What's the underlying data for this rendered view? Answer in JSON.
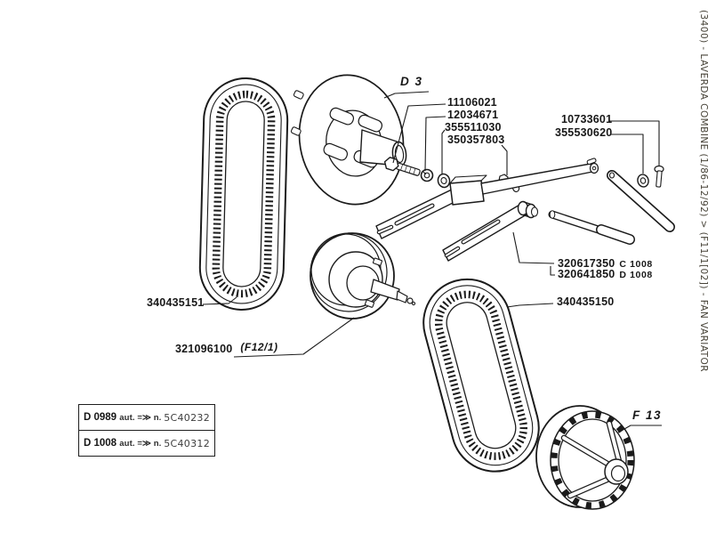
{
  "sidebar": {
    "breadcrumb": "(3400) - LAVERDA COMBINE (1/86-12/92) > (F11/1[02]) - FAN VARIATOR"
  },
  "figure_refs": {
    "drive_pulley": "D 3",
    "fan_wheel": "F 13",
    "variator_ref": "(F12/1)"
  },
  "callouts": {
    "bolt": "11106021",
    "spring_washer": "12034671",
    "washer": "355511030",
    "screw": "350357803",
    "pin_bolt": "10733601",
    "pin_washer": "355530620",
    "fork_c": {
      "num": "320617350",
      "suffix": "C 1008"
    },
    "fork_d": {
      "num": "320641850",
      "suffix": "D 1008"
    },
    "belt_front": "340435150",
    "belt_rear": "340435151",
    "variator": "321096100"
  },
  "legend": {
    "rows": [
      {
        "code": "D 0989",
        "note": "aut. =≫ n.",
        "serial": "5C40232"
      },
      {
        "code": "D 1008",
        "note": "aut. =≫ n.",
        "serial": "5C40312"
      }
    ]
  }
}
